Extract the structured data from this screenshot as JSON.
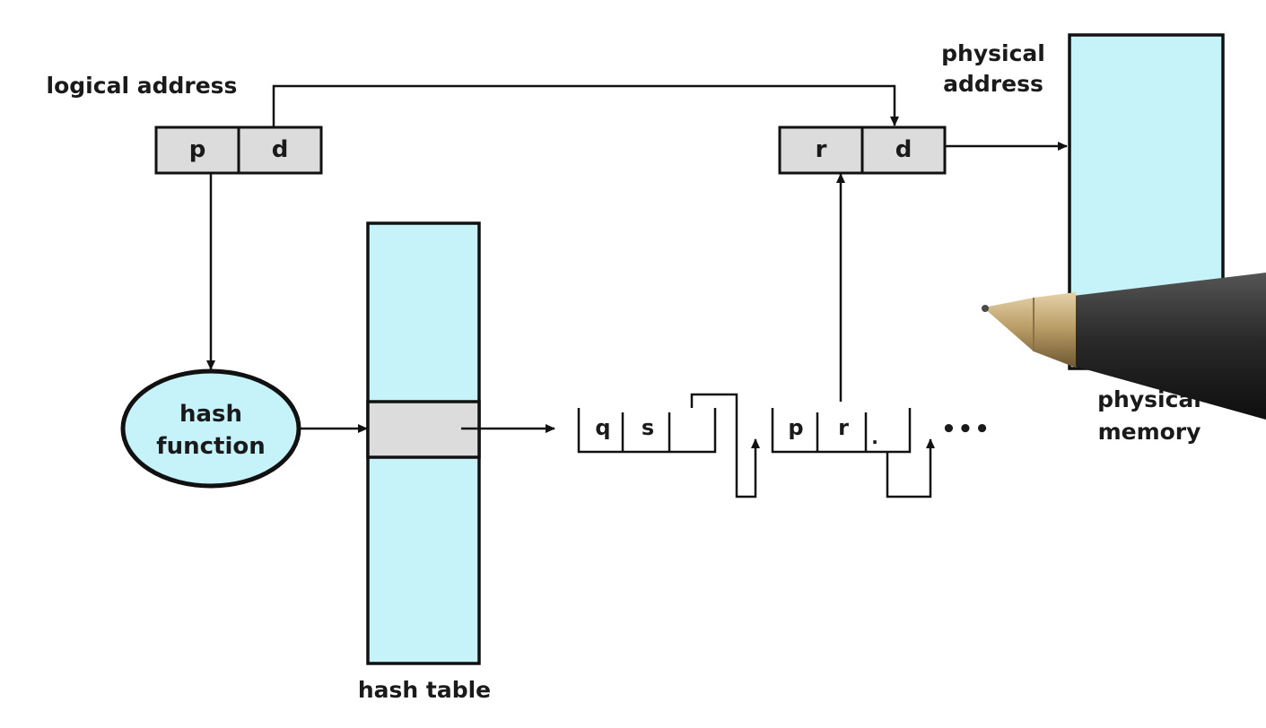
{
  "labels": {
    "logical_address": "logical address",
    "physical_address_line1": "physical",
    "physical_address_line2": "address",
    "hash_function_line1": "hash",
    "hash_function_line2": "function",
    "hash_table": "hash table",
    "physical_memory_line1": "physical",
    "physical_memory_line2": "memory"
  },
  "logical_address_fields": [
    "p",
    "d"
  ],
  "physical_address_fields": [
    "r",
    "d"
  ],
  "chain_entry_1": [
    "q",
    "s"
  ],
  "chain_entry_2": [
    "p",
    "r"
  ],
  "chain_entry_2_pointer": ".",
  "ellipsis": "•••",
  "colors": {
    "memory_fill": "#c6f2fa",
    "field_fill": "#dcdcdc",
    "line": "#111111",
    "text": "#1a1a1a"
  }
}
